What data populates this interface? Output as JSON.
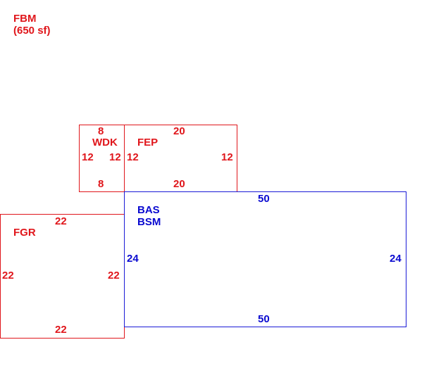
{
  "fbm": {
    "code": "FBM",
    "area": "(650 sf)"
  },
  "wdk": {
    "code": "WDK",
    "top": "8",
    "bottom": "8",
    "left": "12",
    "right": "12"
  },
  "fep": {
    "code": "FEP",
    "top": "20",
    "bottom": "20",
    "left": "12",
    "right": "12"
  },
  "bas": {
    "code_primary": "BAS",
    "code_secondary": "BSM",
    "top": "50",
    "bottom": "50",
    "left": "24",
    "right": "24"
  },
  "fgr": {
    "code": "FGR",
    "top": "22",
    "bottom": "22",
    "left": "22",
    "right": "22"
  },
  "colors": {
    "finished_area": "#e0161b",
    "base_area": "#0a0ad0"
  }
}
